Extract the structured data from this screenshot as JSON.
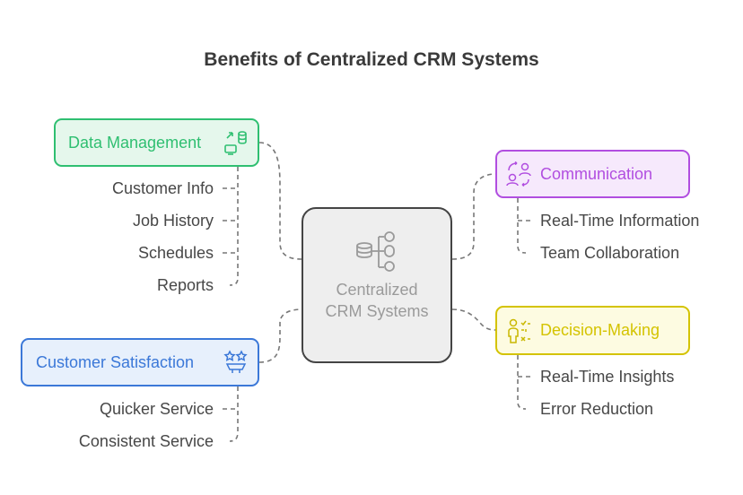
{
  "title": "Benefits of Centralized CRM Systems",
  "center": {
    "label": "Centralized CRM Systems",
    "icon": "database-network-icon"
  },
  "branches": {
    "data_management": {
      "label": "Data Management",
      "icon": "data-sync-icon",
      "color": "#2fbf71",
      "fill": "#e5f7ec",
      "items": [
        "Customer Info",
        "Job History",
        "Schedules",
        "Reports"
      ]
    },
    "customer_satisfaction": {
      "label": "Customer Satisfaction",
      "icon": "satisfaction-stars-icon",
      "color": "#3b78d8",
      "fill": "#e7f0fc",
      "items": [
        "Quicker Service",
        "Consistent Service"
      ]
    },
    "communication": {
      "label": "Communication",
      "icon": "people-exchange-icon",
      "color": "#b14ee0",
      "fill": "#f6e9fc",
      "items": [
        "Real-Time Information",
        "Team Collaboration"
      ]
    },
    "decision_making": {
      "label": "Decision-Making",
      "icon": "person-checklist-icon",
      "color": "#d4c300",
      "fill": "#fdfbe1",
      "items": [
        "Real-Time Insights",
        "Error Reduction"
      ]
    }
  }
}
